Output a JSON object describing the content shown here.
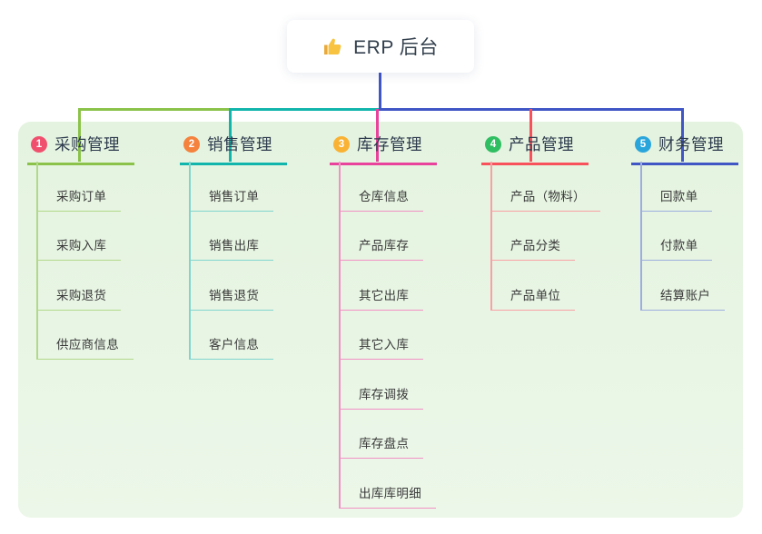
{
  "root": {
    "icon": "thumbs-up-icon",
    "label": "ERP 后台"
  },
  "colors": {
    "canvas_panel": "#e8f5e4",
    "root_connector": "#4156c5",
    "branch_lines": [
      "#8bc34a",
      "#12b5ac",
      "#e8429c",
      "#f9515c",
      "#4156c5"
    ],
    "badge_colors": [
      "#f0506e",
      "#f5823d",
      "#f9b234",
      "#2fbe62",
      "#2aa5dc"
    ]
  },
  "branches": [
    {
      "num": "1",
      "label": "采购管理",
      "line_color": "#8bc34a",
      "badge_color": "#f0506e",
      "items": [
        "采购订单",
        "采购入库",
        "采购退货",
        "供应商信息"
      ]
    },
    {
      "num": "2",
      "label": "销售管理",
      "line_color": "#12b5ac",
      "badge_color": "#f5823d",
      "items": [
        "销售订单",
        "销售出库",
        "销售退货",
        "客户信息"
      ]
    },
    {
      "num": "3",
      "label": "库存管理",
      "line_color": "#e8429c",
      "badge_color": "#f9b234",
      "items": [
        "仓库信息",
        "产品库存",
        "其它出库",
        "其它入库",
        "库存调拨",
        "库存盘点",
        "出库库明细"
      ]
    },
    {
      "num": "4",
      "label": "产品管理",
      "line_color": "#f9515c",
      "badge_color": "#2fbe62",
      "items": [
        "产品（物料）",
        "产品分类",
        "产品单位"
      ]
    },
    {
      "num": "5",
      "label": "财务管理",
      "line_color": "#4156c5",
      "badge_color": "#2aa5dc",
      "items": [
        "回款单",
        "付款单",
        "结算账户"
      ]
    }
  ]
}
